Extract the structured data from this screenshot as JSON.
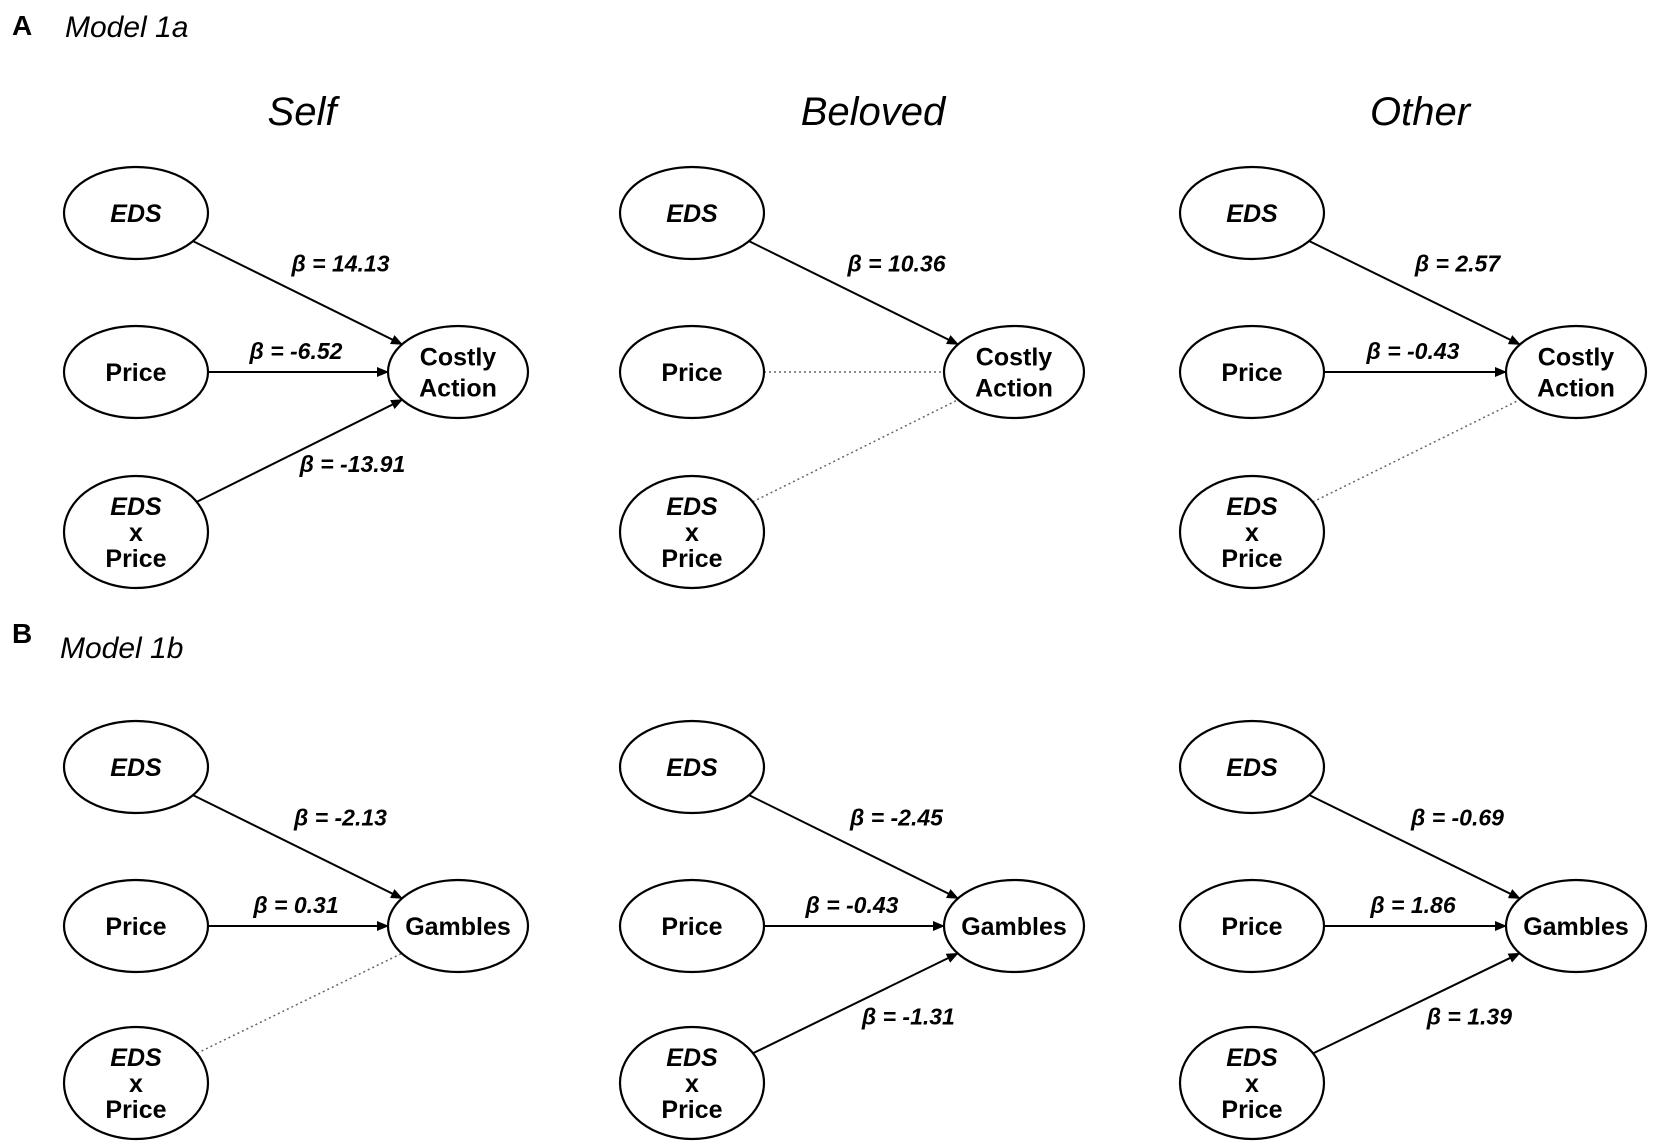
{
  "panels": [
    {
      "letter": "A",
      "model_title": "Model 1a",
      "outcome": [
        "Costly",
        "Action"
      ],
      "columns": [
        {
          "title": "Self",
          "nodes": {
            "eds": [
              "EDS"
            ],
            "price": [
              "Price"
            ],
            "interaction": [
              "EDS",
              "x",
              "Price"
            ]
          },
          "edges": [
            {
              "from": "eds",
              "significant": true,
              "beta": "β = 14.13"
            },
            {
              "from": "price",
              "significant": true,
              "beta": "β = -6.52"
            },
            {
              "from": "interaction",
              "significant": true,
              "beta": "β = -13.91"
            }
          ]
        },
        {
          "title": "Beloved",
          "nodes": {
            "eds": [
              "EDS"
            ],
            "price": [
              "Price"
            ],
            "interaction": [
              "EDS",
              "x",
              "Price"
            ]
          },
          "edges": [
            {
              "from": "eds",
              "significant": true,
              "beta": "β = 10.36"
            },
            {
              "from": "price",
              "significant": false,
              "beta": ""
            },
            {
              "from": "interaction",
              "significant": false,
              "beta": ""
            }
          ]
        },
        {
          "title": "Other",
          "nodes": {
            "eds": [
              "EDS"
            ],
            "price": [
              "Price"
            ],
            "interaction": [
              "EDS",
              "x",
              "Price"
            ]
          },
          "edges": [
            {
              "from": "eds",
              "significant": true,
              "beta": "β = 2.57"
            },
            {
              "from": "price",
              "significant": true,
              "beta": "β = -0.43"
            },
            {
              "from": "interaction",
              "significant": false,
              "beta": ""
            }
          ]
        }
      ]
    },
    {
      "letter": "B",
      "model_title": "Model 1b",
      "outcome": [
        "Gambles"
      ],
      "columns": [
        {
          "title": "",
          "nodes": {
            "eds": [
              "EDS"
            ],
            "price": [
              "Price"
            ],
            "interaction": [
              "EDS",
              "x",
              "Price"
            ]
          },
          "edges": [
            {
              "from": "eds",
              "significant": true,
              "beta": "β = -2.13"
            },
            {
              "from": "price",
              "significant": true,
              "beta": "β = 0.31"
            },
            {
              "from": "interaction",
              "significant": false,
              "beta": ""
            }
          ]
        },
        {
          "title": "",
          "nodes": {
            "eds": [
              "EDS"
            ],
            "price": [
              "Price"
            ],
            "interaction": [
              "EDS",
              "x",
              "Price"
            ]
          },
          "edges": [
            {
              "from": "eds",
              "significant": true,
              "beta": "β = -2.45"
            },
            {
              "from": "price",
              "significant": true,
              "beta": "β = -0.43"
            },
            {
              "from": "interaction",
              "significant": true,
              "beta": "β = -1.31"
            }
          ]
        },
        {
          "title": "",
          "nodes": {
            "eds": [
              "EDS"
            ],
            "price": [
              "Price"
            ],
            "interaction": [
              "EDS",
              "x",
              "Price"
            ]
          },
          "edges": [
            {
              "from": "eds",
              "significant": true,
              "beta": "β = -0.69"
            },
            {
              "from": "price",
              "significant": true,
              "beta": "β = 1.86"
            },
            {
              "from": "interaction",
              "significant": true,
              "beta": "β = 1.39"
            }
          ]
        }
      ]
    }
  ]
}
